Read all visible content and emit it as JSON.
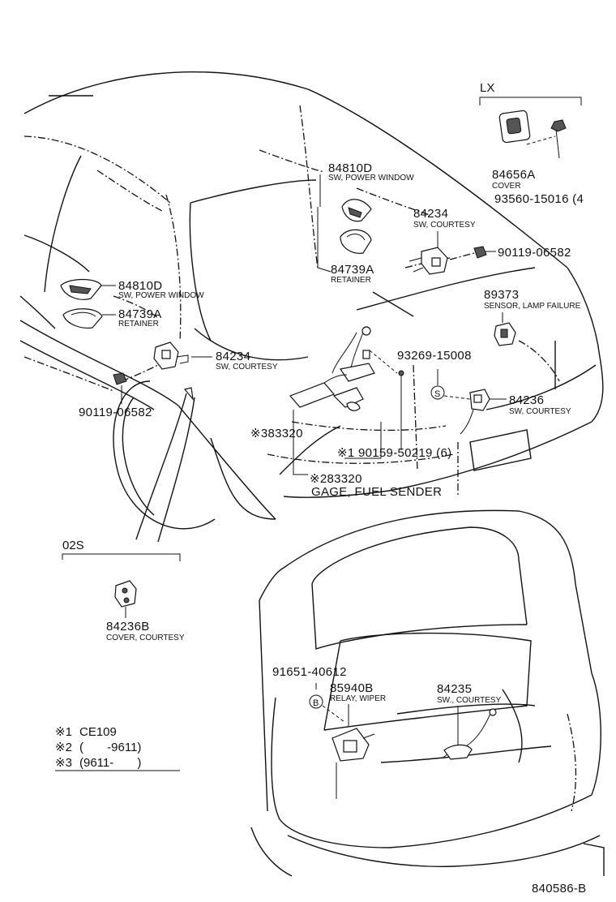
{
  "group_labels": {
    "lx": "LX",
    "o2s": "02S"
  },
  "parts": [
    {
      "id": "p84810D_top",
      "number": "84810D",
      "desc": "SW, POWER WINDOW"
    },
    {
      "id": "p84234_top",
      "number": "84234",
      "desc": "SW, COURTESY"
    },
    {
      "id": "p84739A_top",
      "number": "84739A",
      "desc": "RETAINER"
    },
    {
      "id": "p90119_right",
      "number": "90119-06582",
      "desc": ""
    },
    {
      "id": "p84656A",
      "number": "84656A",
      "desc": "COVER"
    },
    {
      "id": "p93560",
      "number": "93560-15016 (4",
      "desc": ""
    },
    {
      "id": "p89373",
      "number": "89373",
      "desc": "SENSOR, LAMP FAILURE"
    },
    {
      "id": "p84810D_left",
      "number": "84810D",
      "desc": "SW, POWER WINDOW"
    },
    {
      "id": "p84739A_left",
      "number": "84739A",
      "desc": "RETAINER"
    },
    {
      "id": "p84234_left",
      "number": "84234",
      "desc": "SW, COURTESY"
    },
    {
      "id": "p90119_left",
      "number": "90119-06582",
      "desc": ""
    },
    {
      "id": "p93269",
      "number": "93269-15008",
      "desc": ""
    },
    {
      "id": "p84236",
      "number": "84236",
      "desc": "SW, COURTESY"
    },
    {
      "id": "p383320",
      "number": "※383320",
      "desc": ""
    },
    {
      "id": "p90159",
      "number": "※1 90159-50219 (6)",
      "desc": ""
    },
    {
      "id": "p283320",
      "number": "※283320",
      "desc": "GAGE, FUEL SENDER"
    },
    {
      "id": "p84236B",
      "number": "84236B",
      "desc": "COVER, COURTESY"
    },
    {
      "id": "p91651",
      "number": "91651-40612",
      "desc": ""
    },
    {
      "id": "p85940B",
      "number": "85940B",
      "desc": "RELAY, WIPER"
    },
    {
      "id": "p84235",
      "number": "84235",
      "desc": "SW., COURTESY"
    }
  ],
  "callouts": {
    "s": "S",
    "b": "B"
  },
  "legend": [
    {
      "mark": "※1",
      "text": "CE109"
    },
    {
      "mark": "※2",
      "text": "(       -9611)"
    },
    {
      "mark": "※3",
      "text": "(9611-       )"
    }
  ],
  "figure_id": "840586-B"
}
